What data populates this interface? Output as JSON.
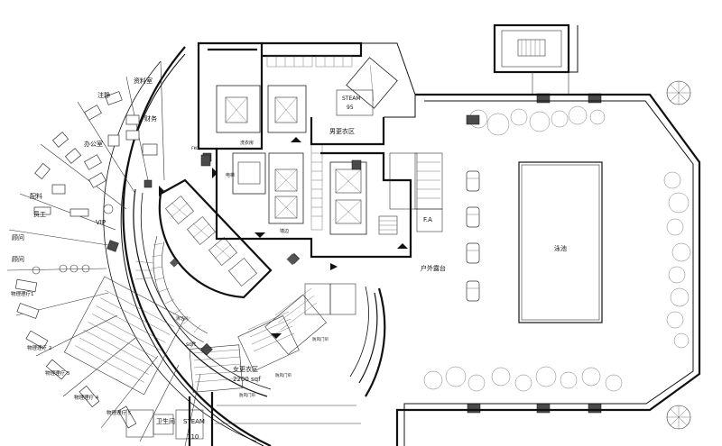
{
  "labels": {
    "zhengwu": "注静",
    "ziliaoshi": "资料室",
    "caiwu": "财务",
    "bangongshi": "办公室",
    "peiliao": "配料",
    "yuangong": "员工",
    "vip": "VIP",
    "guwen1": "顾问",
    "guwen2": "顾问",
    "wuli1": "物理理疗1",
    "wuli2": "物理理疗 2",
    "wuli3": "物理理疗 3",
    "wuli4": "物理理疗 4",
    "wuli5": "物理理疗 5",
    "nvgengyi": "女更衣区",
    "nv_area": "2200 sqf",
    "steam_low": "STEAM",
    "steam_low_area": "110",
    "weisheng": "卫生间",
    "nangengyi": "男更衣区",
    "steam_top": "STEAM",
    "steam_top_area": "95",
    "fa": "F.A",
    "huwai": "户外露台",
    "yongchi": "泳池",
    "dianti": "电梯",
    "qiaomen": "洗衣房",
    "mccorner": "墙边",
    "sqft_mid": "sqft",
    "fengmen1": "防风门帘",
    "fengmen2": "防风门帘",
    "fengmen3": "防风门帘",
    "fkc": "FKC",
    "cleaning": "清洁间"
  }
}
